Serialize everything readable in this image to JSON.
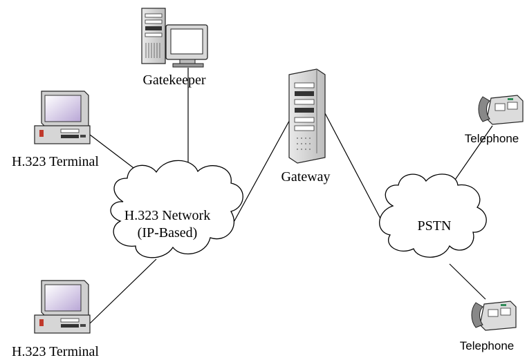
{
  "nodes": {
    "gatekeeper": {
      "label": "Gatekeeper"
    },
    "terminal_top": {
      "label": "H.323 Terminal"
    },
    "terminal_bottom": {
      "label": "H.323 Terminal"
    },
    "gateway": {
      "label": "Gateway"
    },
    "telephone_top": {
      "label": "Telephone"
    },
    "telephone_bottom": {
      "label": "Telephone"
    }
  },
  "clouds": {
    "h323_network": {
      "line1": "H.323 Network",
      "line2": "(IP-Based)"
    },
    "pstn": {
      "label": "PSTN"
    }
  }
}
